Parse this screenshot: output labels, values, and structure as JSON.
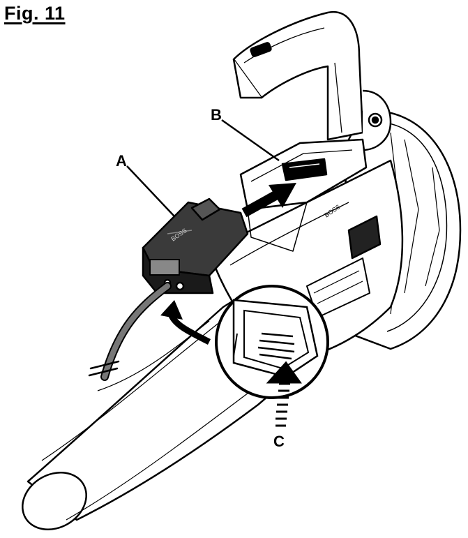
{
  "figure": {
    "title": "Fig. 11",
    "callouts": {
      "a": "A",
      "b": "B",
      "c": "C"
    },
    "battery_brand_mark": "BOSS",
    "housing_brand_mark": "BOSS"
  }
}
